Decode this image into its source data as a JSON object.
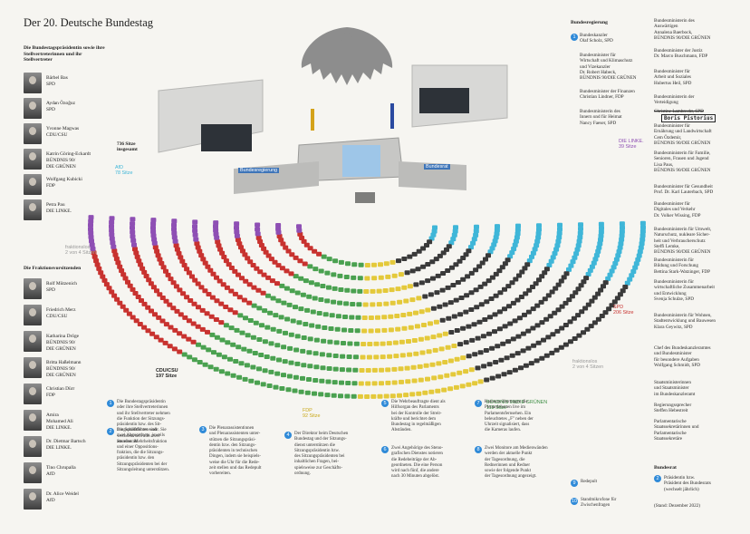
{
  "title": "Der 20. Deutsche Bundestag",
  "presidium": {
    "heading": "Die Bundestagspräsidentin sowie ihre Stellvertreterinnen und ihr Stellvertreter",
    "members": [
      {
        "name": "Bärbel Bas",
        "party": "SPD"
      },
      {
        "name": "Aydan Özoğuz",
        "party": "SPD"
      },
      {
        "name": "Yvonne Magwas",
        "party": "CDU/CSU"
      },
      {
        "name": "Katrin Göring-Eckardt",
        "party": "BÜNDNIS 90/\nDIE GRÜNEN"
      },
      {
        "name": "Wolfgang Kubicki",
        "party": "FDP"
      },
      {
        "name": "Petra Pau",
        "party": "DIE LINKE."
      }
    ]
  },
  "leaders": {
    "heading": "Die Fraktionsvorsitzenden",
    "members": [
      {
        "name": "Rolf Mützenich",
        "party": "SPD"
      },
      {
        "name": "Friedrich Merz",
        "party": "CDU/CSU"
      },
      {
        "name": "Katharina Dröge",
        "party": "BÜNDNIS 90/\nDIE GRÜNEN"
      },
      {
        "name": "Britta Haßelmann",
        "party": "BÜNDNIS 90/\nDIE GRÜNEN"
      },
      {
        "name": "Christian Dürr",
        "party": "FDP"
      },
      {
        "name": "Amira\nMohamed Ali",
        "party": "DIE LINKE."
      },
      {
        "name": "Dr. Dietmar Bartsch",
        "party": "DIE LINKE."
      },
      {
        "name": "Tino Chrupalla",
        "party": "AfD"
      },
      {
        "name": "Dr. Alice Weidel",
        "party": "AfD"
      }
    ]
  },
  "seats_total": "736 Sitze\ninsgesamt",
  "parties": {
    "afd": {
      "name": "AfD",
      "seats": "78 Sitze",
      "color": "#3fb6d8"
    },
    "linke": {
      "name": "DIE LINKE.",
      "seats": "39 Sitze",
      "color": "#8e4fb4"
    },
    "spd": {
      "name": "SPD",
      "seats": "206 Sitze",
      "color": "#c8322f"
    },
    "cdu": {
      "name": "CDU/CSU",
      "seats": "197 Sitze",
      "color": "#3a3a3a"
    },
    "fdp": {
      "name": "FDP",
      "seats": "92 Sitze",
      "color": "#e4c93a"
    },
    "gruene": {
      "name": "BÜNDNIS 90/DIE GRÜNEN",
      "seats": "118 Sitze",
      "color": "#4aa150"
    }
  },
  "fraktionslos_left": "fraktionslos\n2 von 4 Sitzen",
  "fraktionslos_right": "fraktionslos\n2 von 4 Sitzen",
  "bundesrat_label": "Bundesrat",
  "bundesregierung_label": "Bundesregierung",
  "government": {
    "heading": "Bundesregierung",
    "col1": [
      "Bundeskanzler\nOlaf Scholz, SPD",
      "Bundesminister für\nWirtschaft und Klimaschutz\nund Vizekanzler\nDr. Robert Habeck,\nBÜNDNIS 90/DIE GRÜNEN",
      "Bundesminister der Finanzen\nChristian Lindner, FDP",
      "Bundesministerin des\nInnern und für Heimat\nNancy Faeser, SPD"
    ],
    "col2": [
      "Bundesministerin des\nAuswärtigen\nAnnalena Baerbock,\nBÜNDNIS 90/DIE GRÜNEN",
      "Bundesminister der Justiz\nDr. Marco Buschmann, FDP",
      "Bundesminister für\nArbeit und Soziales\nHubertus Heil, SPD",
      "Bundesministerin der\nVerteidigung",
      "Bundesminister für\nErnährung und Landwirtschaft\nCem Özdemir,\nBÜNDNIS 90/DIE GRÜNEN",
      "Bundesministerin für Familie,\nSenioren, Frauen und Jugend\nLisa Paus,\nBÜNDNIS 90/DIE GRÜNEN",
      "Bundesminister für Gesundheit\nProf. Dr. Karl Lauterbach, SPD",
      "Bundesminister für\nDigitales und Verkehr\nDr. Volker Wissing, FDP",
      "Bundesministerin für Umwelt,\nNaturschutz, nukleare Sicher-\nheit und Verbraucherschutz\nSteffi Lemke,\nBÜNDNIS 90/DIE GRÜNEN",
      "Bundesministerin für\nBildung und Forschung\nBettina Stark-Watzinger, FDP",
      "Bundesministerin für\nwirtschaftliche Zusammenarbeit\nund Entwicklung\nSvenja Schulze, SPD",
      "Bundesministerin für Wohnen,\nStadtentwicklung und Bauwesen\nKlara Geywitz, SPD",
      "Chef des Bundeskanzleramtes\nund Bundesminister\nfür besondere Aufgaben\nWolfgang Schmidt, SPD",
      "Staatsministerinnen\nund Staatsminister\nim Bundeskanzleramt",
      "Regierungssprecher\nSteffen Hebestreit",
      "Parlamentarische\nStaatssekretärinnen und\nParlamentarische\nStaatssekretäre"
    ],
    "struck_name": "Christine Lambrecht, SPD",
    "handwritten": "Boris Pistorius"
  },
  "bundesrat": {
    "heading": "Bundesrat",
    "text": "Präsidentin bzw.\nPräsident des Bundesrats\n(wechselt jährlich)",
    "stand": "(Stand: Dezember 2022)"
  },
  "notes": {
    "n1": "Die Bundestagspräsidentin\noder ihre Stellvertreterinnen\nund ihr Stellvertreter nehmen\ndie Funktion der Sitzungs-\npräsidentin bzw. des Sit-\nzungspräsidenten wahr. Sie\nwechseln sich alle zwei\nStunden ab.",
    "n2": "Die Schriftführer sind\nzwei Abgeordnete, jeweils\naus einer Mehrheitsfraktion\nund einer Oppositions-\nfraktion, die die Sitzungs-\npräsidentin bzw. den\nSitzungspräsidenten bei der\nSitzungsleitung unterstützen.",
    "n3": "Die Plenarassistentinnen\nund Plenarassistenten unter-\nstützen die Sitzungspräsi-\ndentin bzw. den Sitzungs-\npräsidenten in technischen\nDingen, indem sie beispiels-\nweise die Uhr für die Rede-\nzeit stellen und das Redepult\nvorbereiten.",
    "n4": "Der Direktor beim Deutschen\nBundestag und der Sitzungs-\ndienst unterstützen die\nSitzungspräsidentin bzw.\ndes Sitzungspräsidenten bei\ninhaltlichen Fragen, bei-\nspielsweise zur Geschäfts-\nordnung.",
    "n5": "Die Wehrbeauftragte dient als\nHilfsorgan des Parlaments\nbei der Kontrolle der Streit-\nkräfte und berichtet dem\nBundestag in regelmäßigen\nAbständen.",
    "n6": "Zwei Angehörige des Steno-\ngrafischen Dienstes notieren\ndie Redebeiträge der Ab-\ngeordneten. Die eine Person\nwird nach fünf, die andere\nnach 30 Minuten abgelöst.",
    "n7": "Kameras übertragen die\nPlenardebatten live im\nParlamentsfernsehen. Ein\nbeleuchtetes „F\" neben der\nUhrzeit signalisiert, dass\ndie Kameras laufen.",
    "n8": "Zwei Monitore am Medienwänden\nwerden der aktuelle Punkt\nder Tagesordnung, die\nRednerinnen und Redner\nsowie der folgende Punkt\nder Tagesordnung angezeigt.",
    "n9": "Redepult",
    "n10": "Standmikrofone für\nZwischenfragen"
  }
}
